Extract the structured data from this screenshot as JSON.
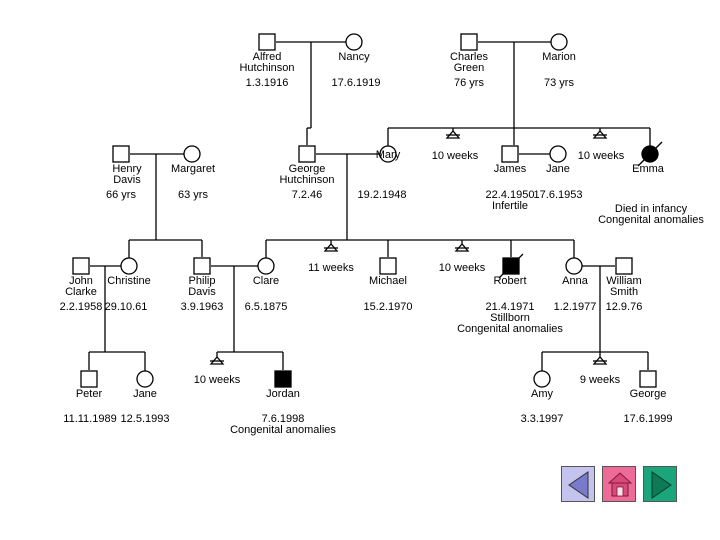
{
  "individuals": [
    {
      "id": "alfred",
      "shape": "square",
      "name": "Alfred\nHutchinson",
      "detail": "1.3.1916"
    },
    {
      "id": "nancy",
      "shape": "circle",
      "name": "Nancy",
      "detail": "17.6.1919"
    },
    {
      "id": "charles",
      "shape": "square",
      "name": "Charles\nGreen",
      "detail": "76 yrs"
    },
    {
      "id": "marion",
      "shape": "circle",
      "name": "Marion",
      "detail": "73 yrs"
    },
    {
      "id": "henry",
      "shape": "square",
      "name": "Henry\nDavis",
      "detail": "66 yrs"
    },
    {
      "id": "margaret",
      "shape": "circle",
      "name": "Margaret",
      "detail": "63 yrs"
    },
    {
      "id": "george-h",
      "shape": "square",
      "name": "George\nHutchinson",
      "detail": "7.2.46"
    },
    {
      "id": "mary",
      "shape": "circle",
      "name": "Mary",
      "detail": "19.2.1948"
    },
    {
      "id": "miscarriage-1",
      "shape": "triangle",
      "name": "10 weeks",
      "detail": ""
    },
    {
      "id": "james",
      "shape": "square",
      "name": "James",
      "detail": "22.4.1950\nInfertile"
    },
    {
      "id": "jane-1",
      "shape": "circle",
      "name": "Jane",
      "detail": "17.6.1953"
    },
    {
      "id": "miscarriage-2",
      "shape": "triangle",
      "name": "10 weeks",
      "detail": ""
    },
    {
      "id": "emma",
      "shape": "circle",
      "filled": true,
      "deceased": true,
      "name": "Emma",
      "detail": "Died in infancy\nCongenital anomalies"
    },
    {
      "id": "john",
      "shape": "square",
      "name": "John\nClarke",
      "detail": "2.2.1958"
    },
    {
      "id": "christine",
      "shape": "circle",
      "name": "Christine",
      "detail": "29.10.61"
    },
    {
      "id": "philip",
      "shape": "square",
      "name": "Philip\nDavis",
      "detail": "3.9.1963"
    },
    {
      "id": "clare",
      "shape": "circle",
      "name": "Clare",
      "detail": "6.5.1875"
    },
    {
      "id": "miscarriage-3",
      "shape": "triangle",
      "name": "11 weeks",
      "detail": ""
    },
    {
      "id": "michael",
      "shape": "square",
      "name": "Michael",
      "detail": "15.2.1970"
    },
    {
      "id": "miscarriage-4",
      "shape": "triangle",
      "name": "10 weeks",
      "detail": ""
    },
    {
      "id": "robert",
      "shape": "square",
      "filled": true,
      "deceased": true,
      "name": "Robert",
      "detail": "21.4.1971\nStillborn\nCongenital anomalies"
    },
    {
      "id": "anna",
      "shape": "circle",
      "name": "Anna",
      "detail": "1.2.1977"
    },
    {
      "id": "william",
      "shape": "square",
      "name": "William\nSmith",
      "detail": "12.9.76"
    },
    {
      "id": "peter",
      "shape": "square",
      "name": "Peter",
      "detail": "11.11.1989"
    },
    {
      "id": "jane-2",
      "shape": "circle",
      "name": "Jane",
      "detail": "12.5.1993"
    },
    {
      "id": "miscarriage-5",
      "shape": "triangle",
      "name": "10 weeks",
      "detail": ""
    },
    {
      "id": "jordan",
      "shape": "square",
      "filled": true,
      "name": "Jordan",
      "detail": "7.6.1998\nCongenital anomalies"
    },
    {
      "id": "amy",
      "shape": "circle",
      "name": "Amy",
      "detail": "3.3.1997"
    },
    {
      "id": "miscarriage-6",
      "shape": "triangle",
      "name": "9 weeks",
      "detail": ""
    },
    {
      "id": "george-s",
      "shape": "square",
      "name": "George",
      "detail": "17.6.1999"
    }
  ],
  "colors": {
    "line": "#000000",
    "prev_button": "#c3c3ee",
    "prev_icon": "#7a7acc",
    "home_button": "#ee6b97",
    "home_icon": "#d94a7a",
    "next_button": "#1aa67a",
    "next_icon": "#0e7a55"
  },
  "navigation": {
    "prev": {
      "icon": "triangle-left-icon"
    },
    "home": {
      "icon": "house-icon"
    },
    "next": {
      "icon": "triangle-right-icon"
    }
  }
}
